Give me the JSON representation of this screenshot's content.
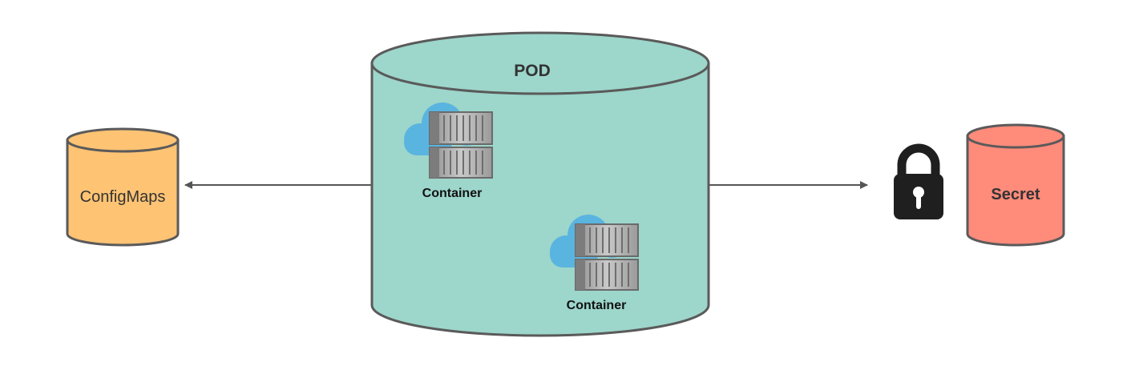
{
  "pod": {
    "label": "POD",
    "fill": "#9dd6cb"
  },
  "containers": [
    {
      "label": "Container"
    },
    {
      "label": "Container"
    }
  ],
  "configmaps": {
    "label": "ConfigMaps",
    "fill": "#ffc374"
  },
  "secret": {
    "label": "Secret",
    "fill": "#ff8b7b"
  },
  "icons": {
    "container": "cloud-container-icon",
    "lock": "lock-icon"
  },
  "colors": {
    "stroke": "#5a5a5a",
    "arrow": "#555555",
    "cloud": "#5ab4e0",
    "lock": "#1f1f1f"
  }
}
